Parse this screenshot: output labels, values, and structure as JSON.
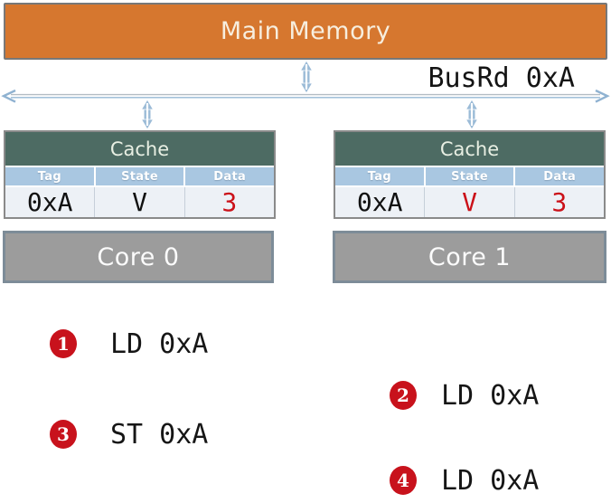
{
  "colors": {
    "memory_orange": "#d6772f",
    "cache_header_green": "#4d6b63",
    "column_header_blue": "#a9c7e1",
    "data_row_bg": "#edf1f6",
    "core_gray": "#9c9c9c",
    "badge_red": "#c8121c",
    "value_red": "#cb1119",
    "value_black": "#111111",
    "arrow_blue": "#8fb2d1"
  },
  "memory": {
    "label": "Main Memory"
  },
  "bus": {
    "label": "BusRd 0xA"
  },
  "caches": [
    {
      "title": "Cache",
      "columns": [
        "Tag",
        "State",
        "Data"
      ],
      "row": [
        {
          "text": "0xA",
          "color": "#111111"
        },
        {
          "text": "V",
          "color": "#111111"
        },
        {
          "text": "3",
          "color": "#cb1119"
        }
      ]
    },
    {
      "title": "Cache",
      "columns": [
        "Tag",
        "State",
        "Data"
      ],
      "row": [
        {
          "text": "0xA",
          "color": "#111111"
        },
        {
          "text": "V",
          "color": "#cb1119"
        },
        {
          "text": "3",
          "color": "#cb1119"
        }
      ]
    }
  ],
  "cores": [
    {
      "label": "Core 0"
    },
    {
      "label": "Core 1"
    }
  ],
  "operations": [
    {
      "num": "1",
      "text": "LD 0xA"
    },
    {
      "num": "2",
      "text": "LD 0xA"
    },
    {
      "num": "3",
      "text": "ST 0xA"
    },
    {
      "num": "4",
      "text": "LD 0xA"
    }
  ]
}
